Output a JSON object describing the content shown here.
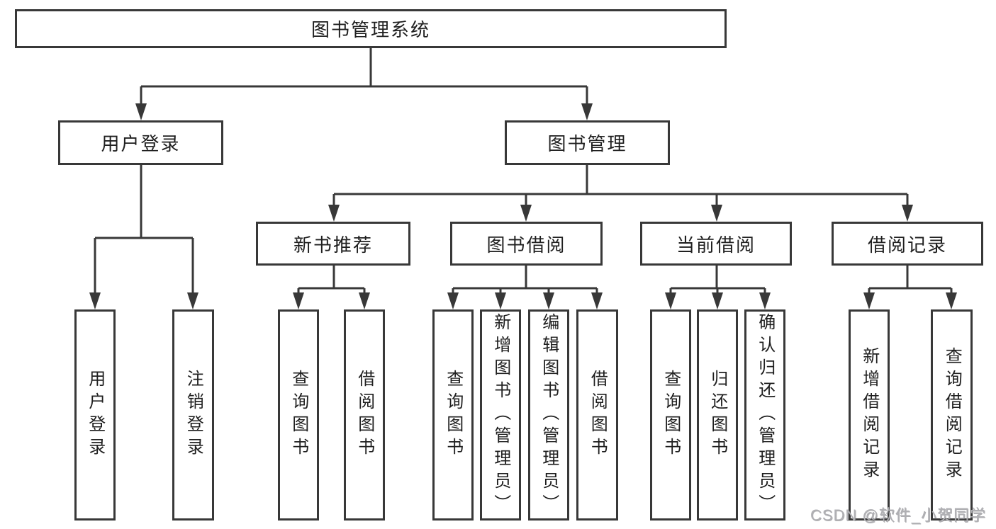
{
  "diagram": {
    "root": {
      "label": "图书管理系统"
    },
    "level2": [
      {
        "label": "用户登录",
        "children": [
          {
            "label": "用户登录"
          },
          {
            "label": "注销登录"
          }
        ]
      },
      {
        "label": "图书管理",
        "children": [
          {
            "label": "新书推荐",
            "children": [
              {
                "label": "查询图书"
              },
              {
                "label": "借阅图书"
              }
            ]
          },
          {
            "label": "图书借阅",
            "children": [
              {
                "label": "查询图书"
              },
              {
                "label": "新增图书（管理员）"
              },
              {
                "label": "编辑图书（管理员）"
              },
              {
                "label": "借阅图书"
              }
            ]
          },
          {
            "label": "当前借阅",
            "children": [
              {
                "label": "查询图书"
              },
              {
                "label": "归还图书"
              },
              {
                "label": "确认归还（管理员）"
              }
            ]
          },
          {
            "label": "借阅记录",
            "children": [
              {
                "label": "新增借阅记录"
              },
              {
                "label": "查询借阅记录"
              }
            ]
          }
        ]
      }
    ],
    "line_color": "#383838"
  },
  "watermark": {
    "text": "CSDN @软件_小贺同学"
  }
}
